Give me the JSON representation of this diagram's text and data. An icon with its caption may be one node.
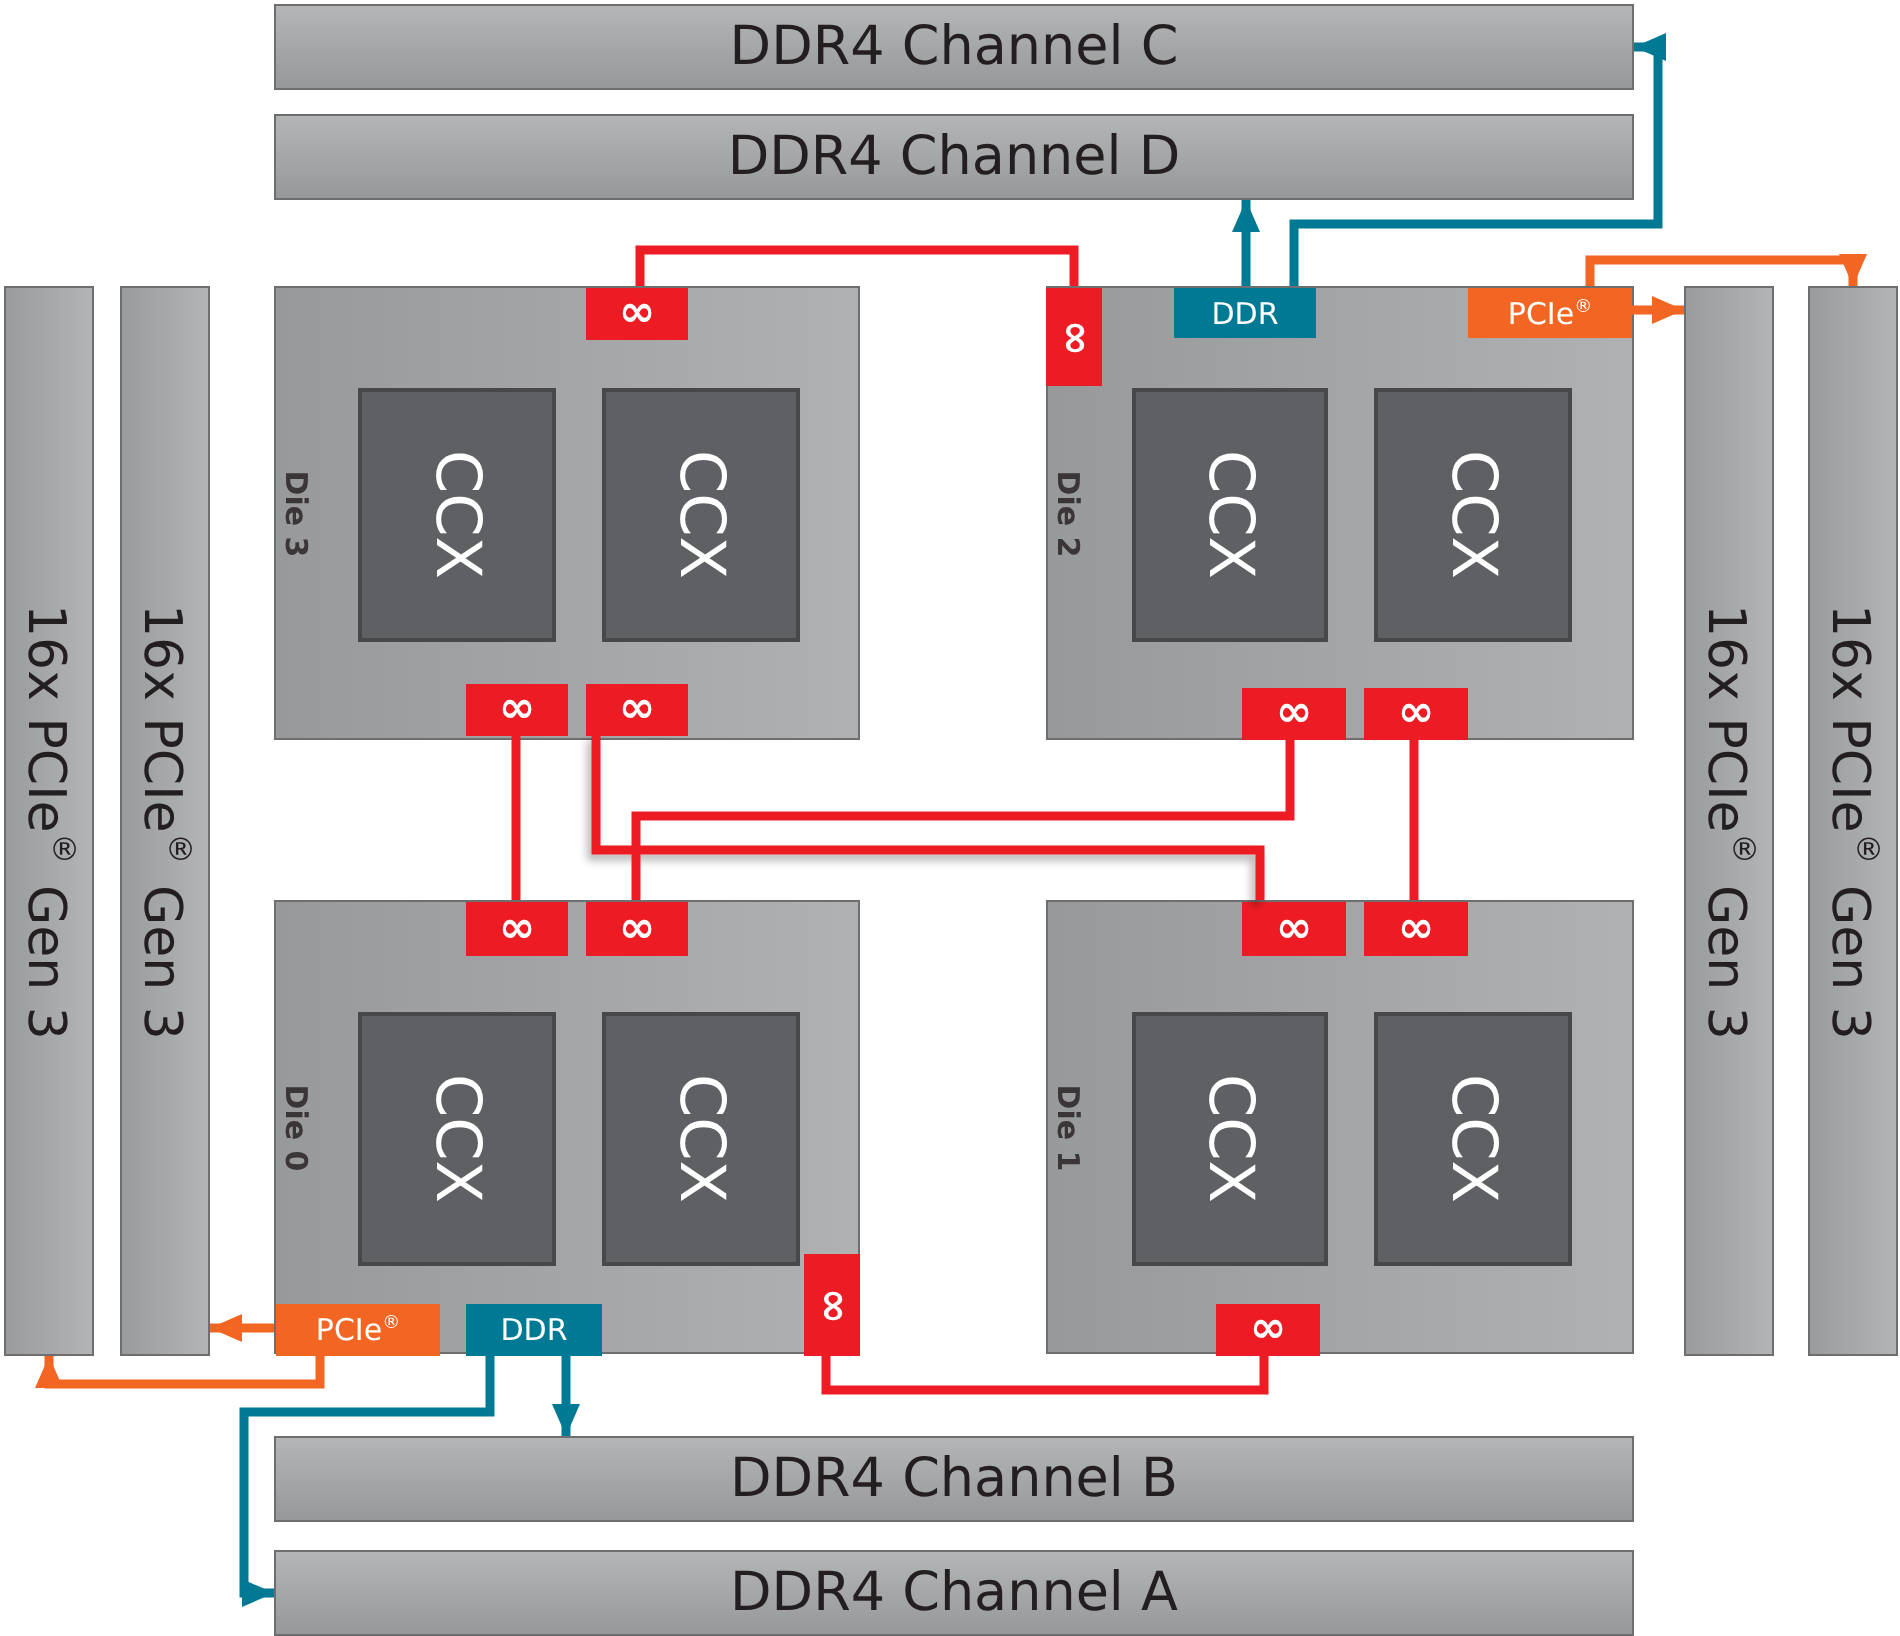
{
  "diagram": {
    "nodes": [
      {
        "text": [
          "DDR4 Channel C"
        ]
      },
      {
        "text": [
          "DDR4 Channel D"
        ]
      },
      {
        "text": [
          "16x PCIe$^{®}$ Gen 3"
        ]
      },
      {
        "text": [
          "16x PCIe$^{®}$ Gen 3"
        ]
      },
      {
        "text": [
          "Die 3"
        ]
      },
      {
        "text": [
          "CCX"
        ],
        "in": 4
      },
      {
        "text": [
          "CCX"
        ],
        "in": 4
      },
      {
        "text": [
          "∞"
        ],
        "in": 4
      },
      {
        "text": [
          "∞"
        ],
        "in": 4
      },
      {
        "text": [
          "∞"
        ],
        "in": 4
      },
      {
        "text": [
          "Die 2"
        ]
      },
      {
        "text": [
          "∞"
        ],
        "in": 10
      },
      {
        "text": [
          "DDR"
        ],
        "in": 10
      },
      {
        "text": [
          "PCIe$^{®}$"
        ],
        "in": 10
      },
      {
        "text": [
          "CCX"
        ],
        "in": 10
      },
      {
        "text": [
          "CCX"
        ],
        "in": 10
      },
      {
        "text": [
          "∞"
        ],
        "in": 10
      },
      {
        "text": [
          "∞"
        ],
        "in": 10
      },
      {
        "text": [
          "16x PCIe$^{®}$ Gen 3"
        ]
      },
      {
        "text": [
          "16x PCIe$^{®}$ Gen 3"
        ]
      },
      {
        "text": [
          "Die 0"
        ]
      },
      {
        "text": [
          "∞"
        ],
        "in": 20
      },
      {
        "text": [
          "∞"
        ],
        "in": 20
      },
      {
        "text": [
          "CCX"
        ],
        "in": 20
      },
      {
        "text": [
          "CCX"
        ],
        "in": 20
      },
      {
        "text": [
          "∞"
        ],
        "in": 20
      },
      {
        "text": [
          "PCIe$^{®}$"
        ],
        "in": 20
      },
      {
        "text": [
          "DDR"
        ],
        "in": 20
      },
      {
        "text": [
          "Die 1"
        ]
      },
      {
        "text": [
          "∞"
        ],
        "in": 28
      },
      {
        "text": [
          "∞"
        ],
        "in": 28
      },
      {
        "text": [
          "CCX"
        ],
        "in": 28
      },
      {
        "text": [
          "CCX"
        ],
        "in": 28
      },
      {
        "text": [
          "∞"
        ],
        "in": 28
      },
      {
        "text": [
          "DDR4 Channel B"
        ]
      },
      {
        "text": [
          "DDR4 Channel A"
        ]
      }
    ],
    "edges": [
      {
        "from": 7,
        "to": 11,
        "arrow": "none"
      },
      {
        "from": 12,
        "to": 1,
        "arrow": "to",
        "color": "#007a94"
      },
      {
        "from": 12,
        "to": 0,
        "arrow": "to",
        "color": "#007a94"
      },
      {
        "from": 13,
        "to": 18,
        "arrow": "to",
        "color": "#f26522"
      },
      {
        "from": 13,
        "to": 19,
        "arrow": "to",
        "color": "#f26522"
      },
      {
        "from": 8,
        "to": 21,
        "arrow": "none"
      },
      {
        "from": 9,
        "to": 29,
        "arrow": "none"
      },
      {
        "from": 22,
        "to": 16,
        "arrow": "none"
      },
      {
        "from": 17,
        "to": 30,
        "arrow": "none"
      },
      {
        "from": 25,
        "to": 33,
        "arrow": "none"
      },
      {
        "from": 26,
        "to": 2,
        "arrow": "to",
        "color": "#f26522"
      },
      {
        "from": 26,
        "to": 3,
        "arrow": "to",
        "color": "#f26522"
      },
      {
        "from": 27,
        "to": 34,
        "arrow": "to",
        "color": "#007a94"
      },
      {
        "from": 27,
        "to": 35,
        "arrow": "to",
        "color": "#007a94"
      }
    ]
  }
}
